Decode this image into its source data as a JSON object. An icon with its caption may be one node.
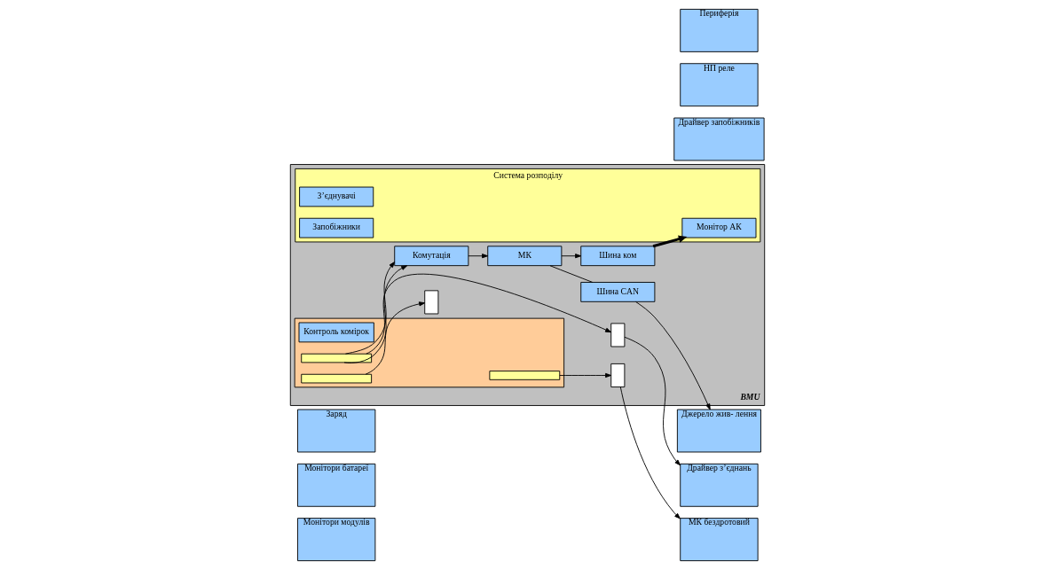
{
  "diagram": {
    "nodes": [
      {
        "text": [
          "Монітори модулів"
        ]
      },
      {
        "text": [
          "Монітори батареї"
        ]
      },
      {
        "text": [
          "Заряд"
        ]
      },
      {
        "text": [
          "BMU"
        ]
      },
      {
        "text": [],
        "shape": "box",
        "in": 3
      },
      {
        "text": [
          "Контроль комірок"
        ],
        "in": 4
      },
      {
        "text": [],
        "shape": "bar",
        "in": 4
      },
      {
        "text": [],
        "shape": "bar",
        "in": 4
      },
      {
        "text": [],
        "shape": "bar",
        "in": 4
      },
      {
        "text": [],
        "shape": "box",
        "in": 3
      },
      {
        "text": [],
        "shape": "box",
        "in": 3
      },
      {
        "text": [],
        "shape": "box",
        "in": 3
      },
      {
        "text": [
          "Система розподілу"
        ],
        "in": 3
      },
      {
        "text": [
          "З’єднувачі"
        ],
        "in": 12
      },
      {
        "text": [
          "Запобіжники"
        ],
        "in": 12
      },
      {
        "text": [
          "Монітор АК"
        ],
        "in": 12
      },
      {
        "text": [
          "Комутація"
        ],
        "in": 3
      },
      {
        "text": [
          "МК"
        ],
        "in": 3
      },
      {
        "text": [
          "Шина ком"
        ],
        "in": 3
      },
      {
        "text": [
          "Шина CAN"
        ],
        "in": 3
      },
      {
        "text": [
          "Драйвер з’єднань"
        ]
      },
      {
        "text": [
          "Драйвер запобіжників"
        ]
      },
      {
        "text": [
          "МК бездротовий"
        ]
      },
      {
        "text": [
          "НП реле"
        ]
      },
      {
        "text": [
          "Джерело жив- лення"
        ]
      },
      {
        "text": [
          "Периферія"
        ]
      }
    ],
    "edges": [
      {
        "from": 6,
        "to": 9,
        "arrow": "to"
      },
      {
        "from": 7,
        "to": 10,
        "arrow": "to"
      },
      {
        "from": 8,
        "to": 11,
        "arrow": "to"
      },
      {
        "from": 6,
        "to": 16,
        "arrow": "to"
      },
      {
        "from": 6,
        "to": 16,
        "arrow": "to"
      },
      {
        "from": 16,
        "to": 17,
        "arrow": "to"
      },
      {
        "from": 17,
        "to": 18,
        "arrow": "to"
      },
      {
        "from": 18,
        "to": 15,
        "arrow": "to",
        "style": "thick"
      },
      {
        "from": 17,
        "to": 19,
        "arrow": "none"
      },
      {
        "from": 19,
        "to": 24,
        "arrow": "to"
      },
      {
        "from": 9,
        "to": 20,
        "arrow": "to"
      },
      {
        "from": 11,
        "to": 22,
        "arrow": "to"
      }
    ]
  }
}
